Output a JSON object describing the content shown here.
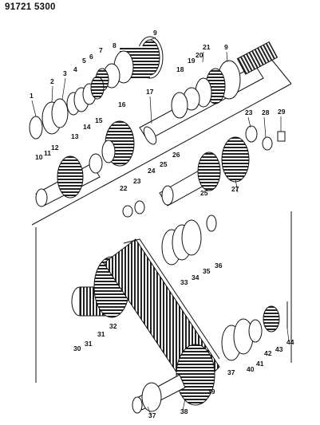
{
  "header": {
    "catalog_number": "91721 5300"
  },
  "callouts_upper": [
    "1",
    "2",
    "3",
    "4",
    "5",
    "6",
    "7",
    "8",
    "9",
    "9",
    "10",
    "11",
    "12",
    "13",
    "14",
    "15",
    "16",
    "17",
    "18",
    "19",
    "20",
    "21",
    "22",
    "23",
    "23",
    "24",
    "25",
    "25",
    "26",
    "27",
    "28",
    "29"
  ],
  "callouts_lower": [
    "30",
    "31",
    "31",
    "32",
    "33",
    "34",
    "35",
    "36",
    "37",
    "37",
    "38",
    "39",
    "40",
    "41",
    "42",
    "43",
    "44"
  ]
}
